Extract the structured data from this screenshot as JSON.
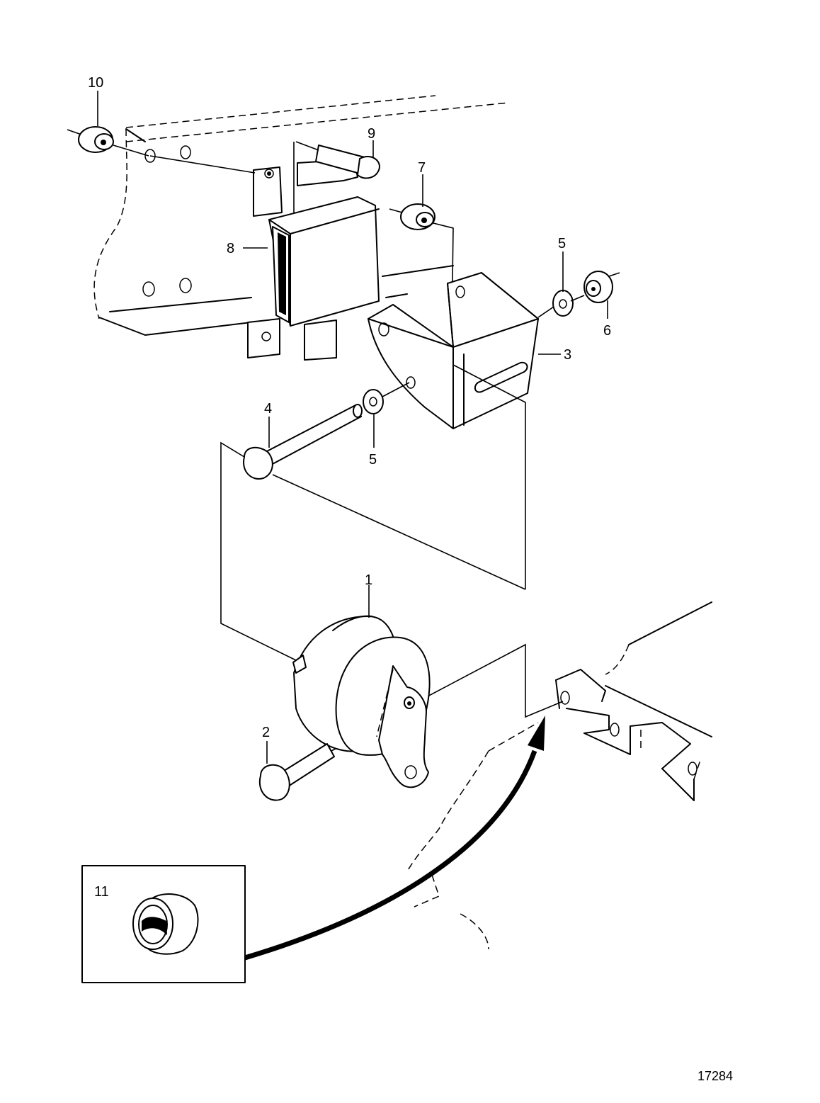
{
  "drawing_number": "17284",
  "callouts": [
    {
      "id": "1",
      "label": "1"
    },
    {
      "id": "2",
      "label": "2"
    },
    {
      "id": "3",
      "label": "3"
    },
    {
      "id": "4",
      "label": "4"
    },
    {
      "id": "5a",
      "label": "5"
    },
    {
      "id": "5b",
      "label": "5"
    },
    {
      "id": "6",
      "label": "6"
    },
    {
      "id": "7",
      "label": "7"
    },
    {
      "id": "8",
      "label": "8"
    },
    {
      "id": "9",
      "label": "9"
    },
    {
      "id": "10",
      "label": "10"
    },
    {
      "id": "11",
      "label": "11"
    }
  ],
  "colors": {
    "ink": "#000000",
    "paper": "#ffffff"
  }
}
